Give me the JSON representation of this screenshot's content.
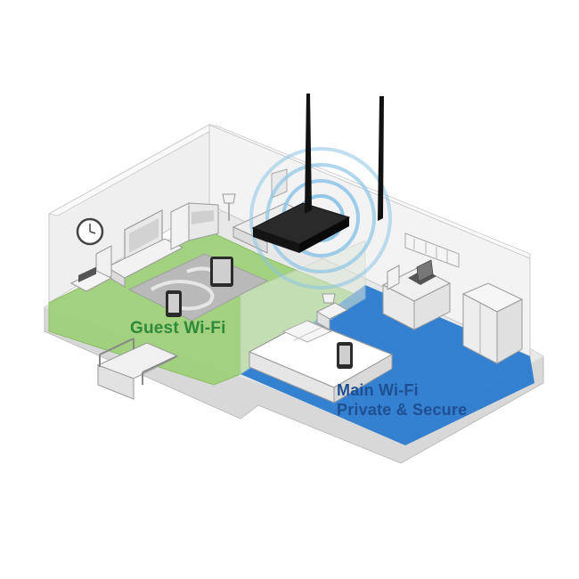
{
  "labels": {
    "guest": "Guest Wi-Fi",
    "main_line1": "Main Wi-Fi",
    "main_line2": "Private & Secure"
  },
  "colors": {
    "guest_zone": "#9fd07a",
    "guest_text": "#2e8a3a",
    "main_zone": "#2a7bd0",
    "main_text": "#1f4f91",
    "wall": "#eeeeee",
    "wall_edge": "#c9c9c9",
    "signal_ring": "#8cc4e6",
    "router": "#1c1c1c"
  },
  "icons": [
    "router-icon",
    "phone-icon",
    "tablet-icon",
    "clock-icon",
    "tv-icon",
    "laptop-icon",
    "lamp-icon",
    "bed-icon",
    "wardrobe-icon"
  ]
}
